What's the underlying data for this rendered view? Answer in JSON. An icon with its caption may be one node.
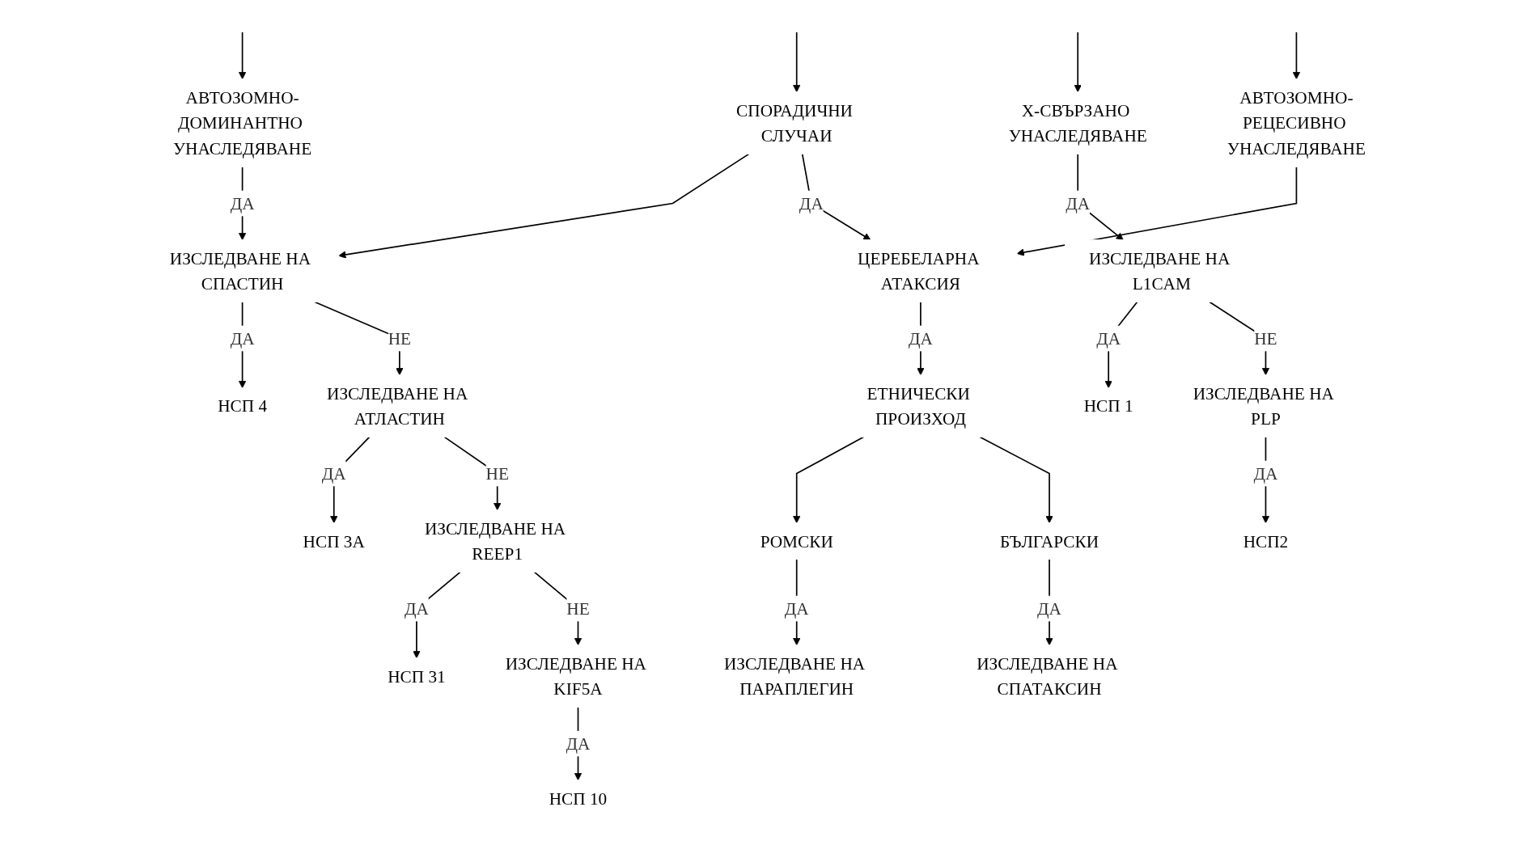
{
  "diagram": {
    "nodes": [
      {
        "text": [
          "АВТОЗОМНО-ДОМИНАНТНО УНАСЛЕДЯВАНЕ"
        ]
      },
      {
        "text": [
          "СПОРАДИЧНИ СЛУЧАИ"
        ]
      },
      {
        "text": [
          "АВТОЗОМНО-РЕЦЕСИВНО УНАСЛЕДЯВАНЕ"
        ]
      },
      {
        "text": [
          "X-СВЪРЗАНО УНАСЛЕДЯВАНЕ"
        ]
      },
      {
        "text": [
          "ИЗСЛЕДВАНЕ НА СПАСТИН"
        ]
      },
      {
        "text": [
          "ЦЕРЕБЕЛАРНА АТАКСИЯ"
        ]
      },
      {
        "text": [
          "ИЗСЛЕДВАНЕ НА L1CAM"
        ]
      },
      {
        "text": [
          "НСП 4"
        ]
      },
      {
        "text": [
          "ИЗСЛЕДВАНЕ НА АТЛАСТИН"
        ]
      },
      {
        "text": [
          "ЕТНИЧЕСКИ ПРОИЗХОД"
        ]
      },
      {
        "text": [
          "НСП 1"
        ]
      },
      {
        "text": [
          "ИЗСЛЕДВАНЕ НА PLP"
        ]
      },
      {
        "text": [
          "НСП2"
        ]
      },
      {
        "text": [
          "НСП 3А"
        ]
      },
      {
        "text": [
          "ИЗСЛЕДВАНЕ НА REEP1"
        ]
      },
      {
        "text": [
          "РОМСКИ"
        ]
      },
      {
        "text": [
          "БЪЛГАРСКИ"
        ]
      },
      {
        "text": [
          "НСП 31"
        ]
      },
      {
        "text": [
          "ИЗСЛЕДВАНЕ НА KIF5A"
        ]
      },
      {
        "text": [
          "ИЗСЛЕДВАНЕ НА ПАРАПЛЕГИН"
        ]
      },
      {
        "text": [
          "ИЗСЛЕДВАНЕ НА СПАТАКСИН"
        ]
      },
      {
        "text": [
          "НСП 10"
        ]
      }
    ],
    "edges": [
      {
        "from": null,
        "to": 0,
        "arrow": "to"
      },
      {
        "from": null,
        "to": 1,
        "arrow": "to"
      },
      {
        "from": null,
        "to": 2,
        "arrow": "to"
      },
      {
        "from": null,
        "to": 3,
        "arrow": "to"
      },
      {
        "from": 0,
        "to": 4,
        "arrow": "to",
        "label": "ДА"
      },
      {
        "from": 1,
        "to": 4,
        "arrow": "to"
      },
      {
        "from": 1,
        "to": 5,
        "arrow": "to",
        "label": "ДА"
      },
      {
        "from": 2,
        "to": 5,
        "arrow": "to"
      },
      {
        "from": 3,
        "to": 6,
        "arrow": "to",
        "label": "ДА"
      },
      {
        "from": 4,
        "to": 7,
        "arrow": "to",
        "label": "ДА"
      },
      {
        "from": 4,
        "to": 8,
        "arrow": "to",
        "label": "НЕ"
      },
      {
        "from": 5,
        "to": 9,
        "arrow": "to",
        "label": "ДА"
      },
      {
        "from": 6,
        "to": 10,
        "arrow": "to",
        "label": "ДА"
      },
      {
        "from": 6,
        "to": 11,
        "arrow": "to",
        "label": "НЕ"
      },
      {
        "from": 11,
        "to": 12,
        "arrow": "to",
        "label": "ДА"
      },
      {
        "from": 8,
        "to": 13,
        "arrow": "to",
        "label": "ДА"
      },
      {
        "from": 8,
        "to": 14,
        "arrow": "to",
        "label": "НЕ"
      },
      {
        "from": 9,
        "to": 15,
        "arrow": "to"
      },
      {
        "from": 9,
        "to": 16,
        "arrow": "to"
      },
      {
        "from": 14,
        "to": 17,
        "arrow": "to",
        "label": "ДА"
      },
      {
        "from": 14,
        "to": 18,
        "arrow": "to",
        "label": "НЕ"
      },
      {
        "from": 15,
        "to": 19,
        "arrow": "to",
        "label": "ДА"
      },
      {
        "from": 16,
        "to": 20,
        "arrow": "to",
        "label": "ДА"
      },
      {
        "from": 18,
        "to": 21,
        "arrow": "to",
        "label": "ДА"
      }
    ]
  }
}
